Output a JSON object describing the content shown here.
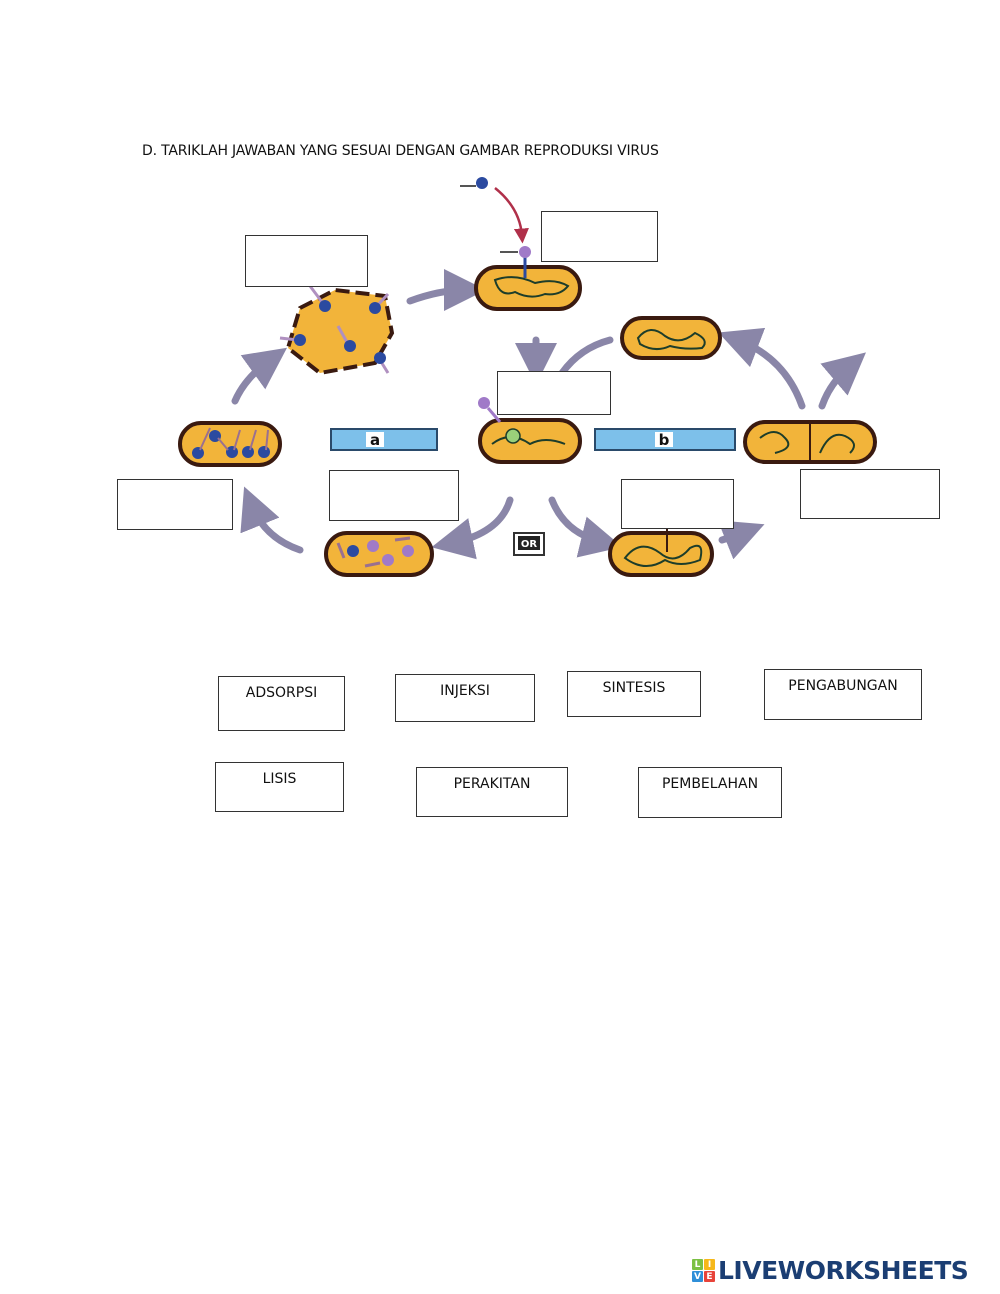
{
  "instruction": "D.   TARIKLAH JAWABAN YANG SESUAI DENGAN GAMBAR REPRODUKSI VIRUS",
  "diagram": {
    "cycle_labels": {
      "a": "a",
      "b": "b"
    },
    "or_badge": "OR",
    "colors": {
      "cell_fill": "#f2b43a",
      "cell_border": "#3a1a10",
      "arrow": "#8a86a8",
      "label_bar": "#7dc0ea",
      "virus_head": "#2b4aa0",
      "virus_head_light": "#a07ac8",
      "dna": "#1d3d2a"
    }
  },
  "drop_boxes": [
    {
      "id": "box-1"
    },
    {
      "id": "box-2"
    },
    {
      "id": "box-3"
    },
    {
      "id": "box-4"
    },
    {
      "id": "box-5"
    },
    {
      "id": "box-6"
    },
    {
      "id": "box-7"
    }
  ],
  "answer_options": [
    {
      "label": "ADSORPSI"
    },
    {
      "label": "INJEKSI"
    },
    {
      "label": "SINTESIS"
    },
    {
      "label": "PENGABUNGAN"
    },
    {
      "label": "LISIS"
    },
    {
      "label": "PERAKITAN"
    },
    {
      "label": "PEMBELAHAN"
    }
  ],
  "logo": {
    "letters": [
      "L",
      "I",
      "V",
      "E"
    ],
    "text": "LIVEWORKSHEETS"
  }
}
